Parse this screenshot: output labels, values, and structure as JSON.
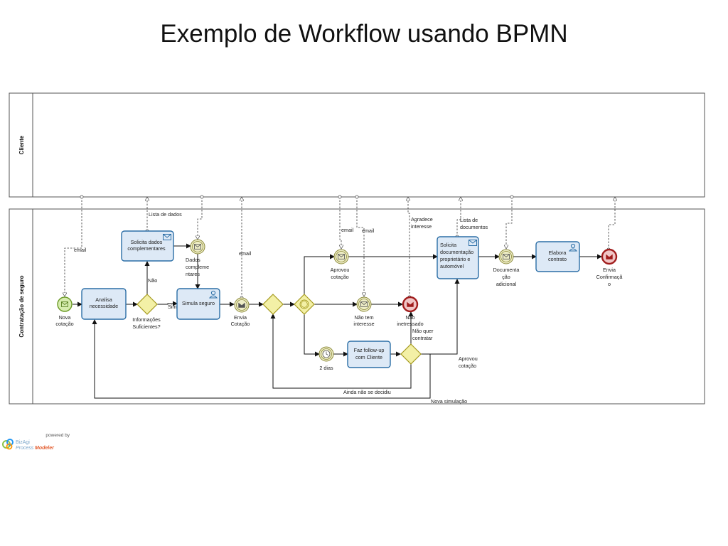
{
  "title": "Exemplo de Workflow usando BPMN",
  "lanes": {
    "cliente": "Cliente",
    "contratacao": "Contratação de seguro"
  },
  "tasks": {
    "analisa": [
      "Analisa",
      "necessidade"
    ],
    "solicita_dados": [
      "Solicita dados",
      "complementares"
    ],
    "simula": [
      "Simula seguro"
    ],
    "faz_follow": [
      "Faz follow-up",
      "com Cliente"
    ],
    "solicita_doc": [
      "Solicita",
      "documentação",
      "proprietário e",
      "automóvel"
    ],
    "elabora": [
      "Elabora",
      "contrato"
    ]
  },
  "events": {
    "nova_cotacao": [
      "Nova",
      "cotação"
    ],
    "dados_complementares": [
      "Dados",
      "compleme",
      "ntares"
    ],
    "envia_cotacao": [
      "Envia",
      "Cotação"
    ],
    "aprovou_cotacao": [
      "Aprovou",
      "cotação"
    ],
    "nao_tem_interesse": [
      "Não tem",
      "interesse"
    ],
    "nao_interessado": [
      "Não",
      "inetressado"
    ],
    "dois_dias": [
      "2 dias"
    ],
    "documentacao_adicional": [
      "Documenta",
      "ção",
      "adicional"
    ],
    "envia_confirmacao": [
      "Envia",
      "Confirmaçã",
      "o"
    ]
  },
  "gateways": {
    "informacoes": [
      "Informações",
      "Suficientes?"
    ]
  },
  "labels": {
    "email1": "email",
    "email2": "email",
    "email3": "email",
    "email4": "email",
    "lista_dados": "Lista de dados",
    "lista_docs": [
      "Lista de",
      "documentos"
    ],
    "agradece": [
      "Agradece",
      "interesse"
    ],
    "nao": "Não",
    "sim": "Sim",
    "nao_quer": [
      "Não quer",
      "contratar"
    ],
    "aprovou": [
      "Aprovou",
      "cotação"
    ],
    "ainda_nao": "Ainda não se decidiu",
    "nova_simulacao": "Nova simulação"
  },
  "brand": {
    "powered": "powered by",
    "name1": "BizAgi",
    "name2": "Process",
    "name3": "Modeler"
  }
}
